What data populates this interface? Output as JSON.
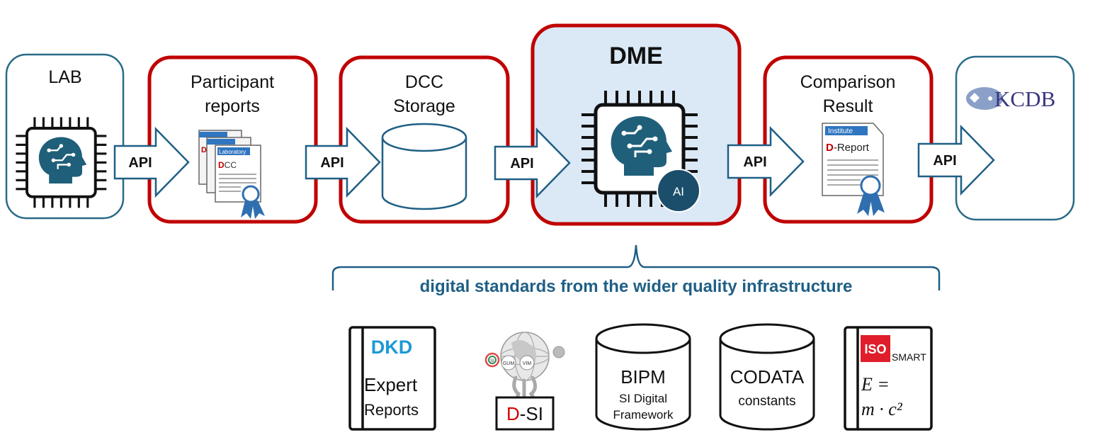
{
  "stages": {
    "lab": {
      "title": "LAB"
    },
    "participant": {
      "title_line1": "Participant",
      "title_line2": "reports",
      "doc_header": "Laboratory",
      "doc_label_accent": "D",
      "doc_label_rest": "CC"
    },
    "dcc": {
      "title_line1": "DCC",
      "title_line2": "Storage"
    },
    "dme": {
      "title": "DME",
      "ai_badge": "AI"
    },
    "comparison": {
      "title_line1": "Comparison",
      "title_line2": "Result",
      "doc_header": "Institute",
      "doc_label_accent": "D",
      "doc_label_rest": "-Report"
    },
    "kcdb": {
      "logo_text": "KCDB"
    }
  },
  "connectors": {
    "api_label": "API"
  },
  "brace_caption": "digital standards from the wider quality infrastructure",
  "standards": {
    "dkd": {
      "logo": "DKD",
      "line1": "Expert",
      "line2": "Reports"
    },
    "dsi": {
      "label_accent": "D",
      "label_rest": "-SI",
      "globe_tags": [
        "SI",
        "GUM",
        "VIM"
      ]
    },
    "bipm": {
      "title": "BIPM",
      "line1": "SI Digital",
      "line2": "Framework"
    },
    "codata": {
      "title": "CODATA",
      "line1": "constants"
    },
    "iso": {
      "logo": "ISO",
      "smart": "SMART",
      "eq_line1": "E =",
      "eq_line2": "m · c²"
    }
  },
  "colors": {
    "accent_red": "#c00000",
    "teal": "#1f4e6b",
    "caption": "#1f5f85",
    "dme_fill": "#dbe8f5"
  }
}
